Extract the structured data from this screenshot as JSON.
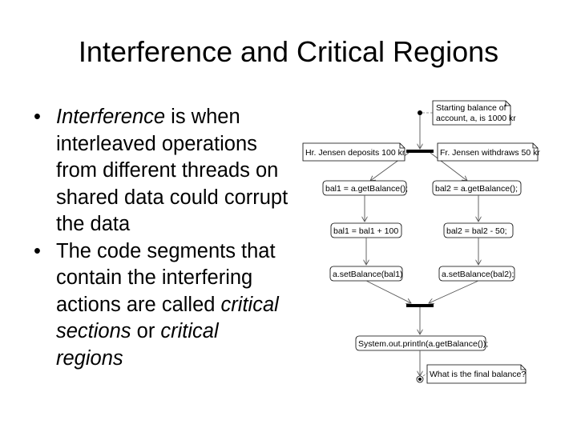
{
  "slide": {
    "title": "Interference and Critical Regions",
    "bullets": [
      {
        "lead_italic": "Interference",
        "text": " is when interleaved operations from different threads on shared data could corrupt the data"
      },
      {
        "text_a": "The code segments that contain the interfering actions are called ",
        "italic_a": "critical sections",
        "text_b": " or ",
        "italic_b": "critical regions"
      }
    ]
  },
  "diagram": {
    "note_start": [
      "Starting balance of",
      "account, a, is 1000 kr"
    ],
    "note_end": "What is the final balance?",
    "left_thread": [
      "Hr. Jensen deposits 100 kr",
      "bal1 = a.getBalance();",
      "bal1 = bal1 + 100",
      "a.setBalance(bal1)"
    ],
    "right_thread": [
      "Fr. Jensen withdraws 50 kr",
      "bal2 = a.getBalance();",
      "bal2 = bal2 - 50;",
      "a.setBalance(bal2);"
    ],
    "final": "System.out.println(a.getBalance());"
  }
}
